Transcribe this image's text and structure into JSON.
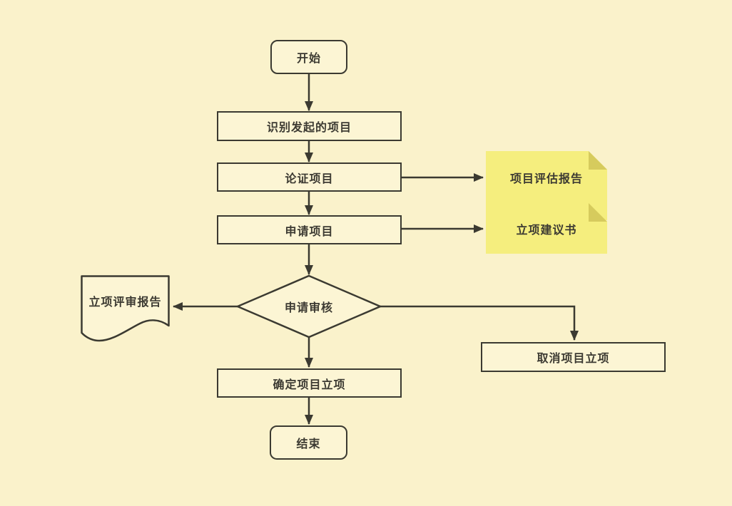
{
  "diagram": {
    "title": "project-initiation-flowchart",
    "nodes": {
      "start": {
        "label": "开始",
        "type": "terminator"
      },
      "identify": {
        "label": "识别发起的项目",
        "type": "process"
      },
      "evaluate": {
        "label": "论证项目",
        "type": "process"
      },
      "apply": {
        "label": "申请项目",
        "type": "process"
      },
      "review": {
        "label": "申请审核",
        "type": "decision"
      },
      "review_report": {
        "label": "立项评审报告",
        "type": "document"
      },
      "cancel": {
        "label": "取消项目立项",
        "type": "process"
      },
      "confirm": {
        "label": "确定项目立项",
        "type": "process"
      },
      "end": {
        "label": "结束",
        "type": "terminator"
      },
      "note_eval_report": {
        "label": "项目评估报告",
        "type": "note"
      },
      "note_proposal": {
        "label": "立项建议书",
        "type": "note"
      }
    }
  },
  "colors": {
    "background": "#faf2cb",
    "node_fill": "#fcf5d4",
    "stroke": "#3b3a31",
    "text": "#3c3a32",
    "note_fill": "#f5ee7e",
    "note_fold": "#d6cb5d"
  }
}
